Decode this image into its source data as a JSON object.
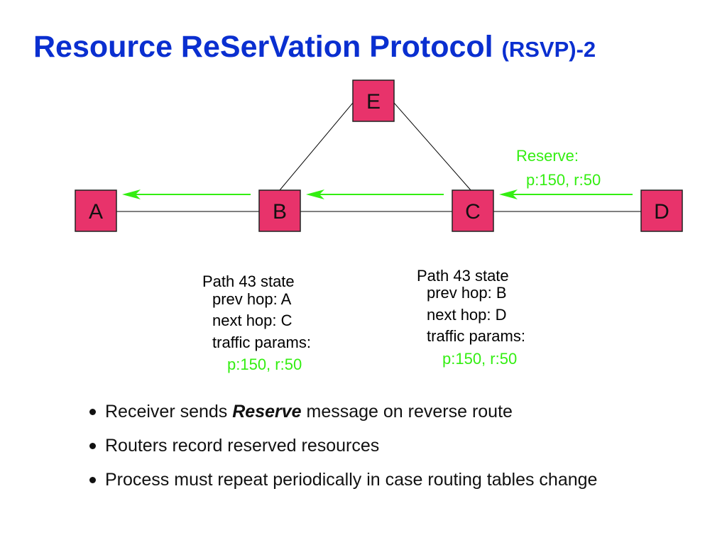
{
  "title": {
    "main": "Resource ReSerVation Protocol",
    "sub": "(RSVP)-2"
  },
  "diagram": {
    "nodes": [
      {
        "id": "A",
        "label": "A"
      },
      {
        "id": "B",
        "label": "B"
      },
      {
        "id": "C",
        "label": "C"
      },
      {
        "id": "D",
        "label": "D"
      },
      {
        "id": "E",
        "label": "E"
      }
    ],
    "links": [
      [
        "A",
        "B"
      ],
      [
        "B",
        "C"
      ],
      [
        "C",
        "D"
      ],
      [
        "B",
        "E"
      ],
      [
        "E",
        "C"
      ]
    ],
    "reserve_arrows": [
      [
        "D",
        "C"
      ],
      [
        "C",
        "B"
      ],
      [
        "B",
        "A"
      ]
    ],
    "reserve_label": {
      "line1": "Reserve:",
      "line2": "p:150, r:50"
    },
    "colors": {
      "node_fill": "#e8336b",
      "node_stroke": "#222222",
      "link": "#000000",
      "reserve": "#33ee11",
      "title": "#0a2fd0"
    }
  },
  "state_b": {
    "header": "Path 43 state",
    "prev_hop": "prev hop: A",
    "next_hop": "next hop: C",
    "traffic_label": "traffic params:",
    "traffic_value": "p:150, r:50"
  },
  "state_c": {
    "header": "Path 43 state",
    "prev_hop": "prev hop: B",
    "next_hop": "next hop: D",
    "traffic_label": "traffic params:",
    "traffic_value": "p:150, r:50"
  },
  "bullets": [
    {
      "pre": "Receiver sends ",
      "em": "Reserve",
      "post": " message on reverse route"
    },
    {
      "pre": "Routers record reserved resources",
      "em": "",
      "post": ""
    },
    {
      "pre": "Process must repeat periodically in case routing tables change",
      "em": "",
      "post": ""
    }
  ]
}
